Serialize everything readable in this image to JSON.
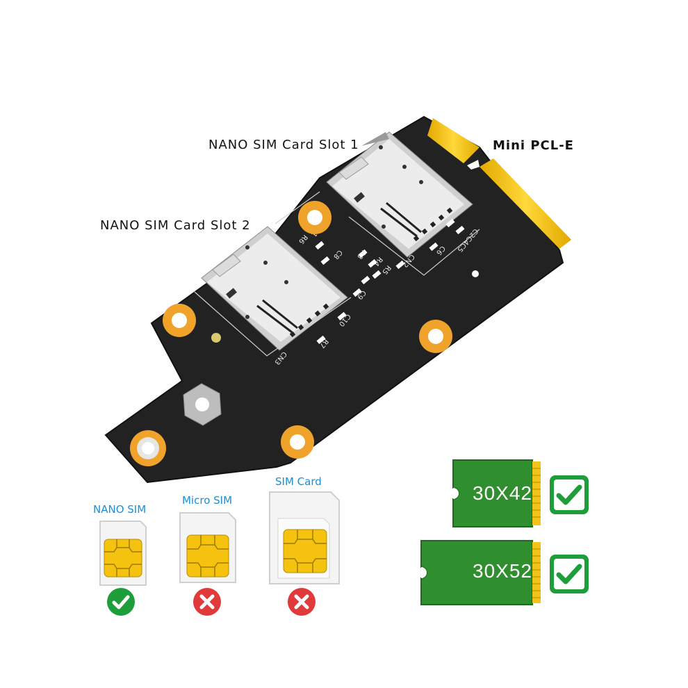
{
  "board": {
    "label_slot1": "NANO SIM Card Slot 1",
    "label_slot2": "NANO SIM Card Slot 2",
    "label_interface": "Mini PCL-E",
    "silkscreen": {
      "cn2": "CN2",
      "cn3": "CN3",
      "r3": "R3",
      "r4": "R4",
      "r5": "R5",
      "r6": "R6",
      "r7": "R7",
      "c1": "C1",
      "c2c4c5": "C2C4C5",
      "c6": "C6",
      "c8": "C8",
      "c9": "C9",
      "c10": "C10"
    },
    "colors": {
      "pcb": "#222222",
      "gold": "#f2c318",
      "pad": "#f0a32a"
    }
  },
  "sim_types": [
    {
      "label": "NANO SIM",
      "supported": true,
      "status_icon": "check-circle-icon"
    },
    {
      "label": "Micro SIM",
      "supported": false,
      "status_icon": "x-circle-icon"
    },
    {
      "label": "SIM Card",
      "supported": false,
      "status_icon": "x-circle-icon"
    }
  ],
  "card_sizes": [
    {
      "label": "30X42",
      "supported": true,
      "status_icon": "checkmark-box-icon"
    },
    {
      "label": "30X52",
      "supported": true,
      "status_icon": "checkmark-box-icon"
    }
  ],
  "colors": {
    "sim_label": "#1a8fd8",
    "ok_green": "#1e9e3a",
    "no_red": "#e03a3a",
    "card_green": "#2f8f2f"
  }
}
